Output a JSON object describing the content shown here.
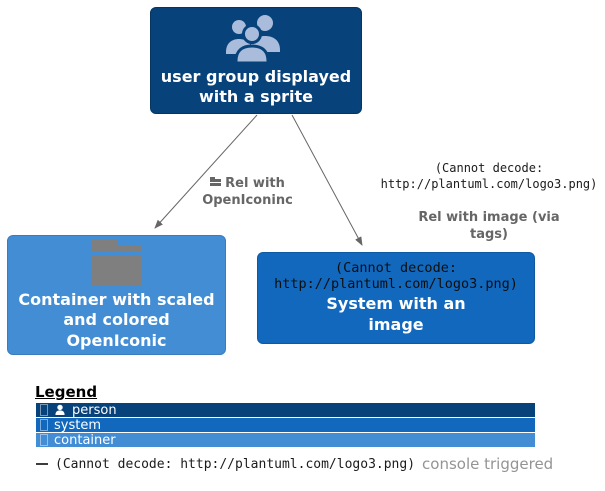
{
  "nodes": {
    "person": {
      "label": "user group displayed\nwith a sprite",
      "bg": "#08427B",
      "border": "#06365F",
      "sprite": "user-group-sprite",
      "sprite_color": "#A9BCDB"
    },
    "container": {
      "label": "Container with scaled\nand colored\nOpenIconic",
      "bg": "#438DD5",
      "border": "#3A7CBE",
      "icon": "folder-icon",
      "icon_color": "#7F7F7F"
    },
    "system": {
      "decode_error": "(Cannot decode:\nhttp://plantuml.com/logo3.png)",
      "label": "System with an\nimage",
      "bg": "#1168BD",
      "border": "#0D5AA3"
    }
  },
  "edges": {
    "to_container": {
      "icon": "folder-icon",
      "label": "Rel with\nOpenIconinc"
    },
    "to_system": {
      "decode_error": "(Cannot decode:\nhttp://plantuml.com/logo3.png)",
      "label": "Rel with image (via\ntags)"
    },
    "line_color": "#666666"
  },
  "legend": {
    "title": "Legend",
    "rows": [
      {
        "label": "person",
        "bg": "#08427B",
        "icon": "person-icon"
      },
      {
        "label": "system",
        "bg": "#1168BD"
      },
      {
        "label": "container",
        "bg": "#438DD5"
      }
    ],
    "note": {
      "decode_error": "(Cannot decode: http://plantuml.com/logo3.png)",
      "label": "console triggered"
    }
  }
}
